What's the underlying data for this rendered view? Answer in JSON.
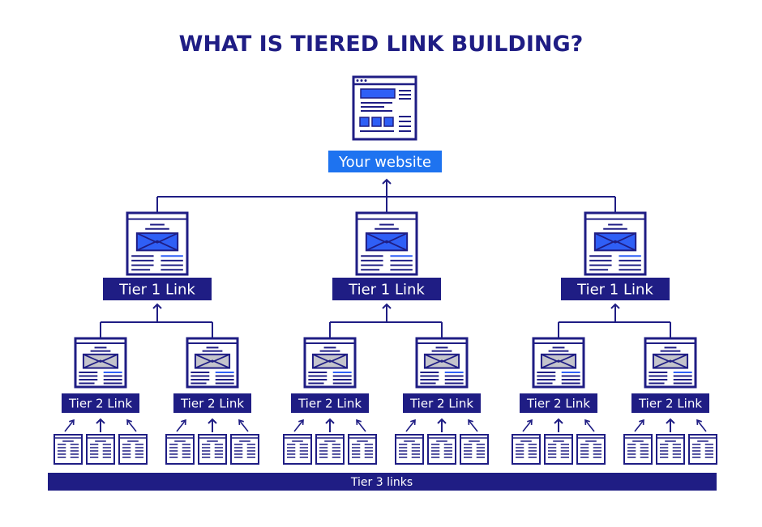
{
  "title": "WHAT IS TIERED LINK BUILDING?",
  "root": {
    "label": "Your website"
  },
  "tier1": [
    {
      "label": "Tier 1 Link",
      "tier2": [
        {
          "label": "Tier 2 Link"
        },
        {
          "label": "Tier 2 Link"
        }
      ]
    },
    {
      "label": "Tier 1 Link",
      "tier2": [
        {
          "label": "Tier 2 Link"
        },
        {
          "label": "Tier 2 Link"
        }
      ]
    },
    {
      "label": "Tier 1 Link",
      "tier2": [
        {
          "label": "Tier 2 Link"
        },
        {
          "label": "Tier 2 Link"
        }
      ]
    }
  ],
  "tier3_pages_per_tier2": 3,
  "tier3_label": "Tier 3 links",
  "colors": {
    "navy": "#1f1d84",
    "accent": "#2f5ff6",
    "root_label_bg": "#1e73f0",
    "image_fill": "#c4c4cc",
    "text_on_label": "#ffffff"
  },
  "icons": {
    "root": "website-window-icon",
    "tier1": "webpage-icon",
    "tier2": "webpage-icon",
    "tier3": "document-icon"
  }
}
